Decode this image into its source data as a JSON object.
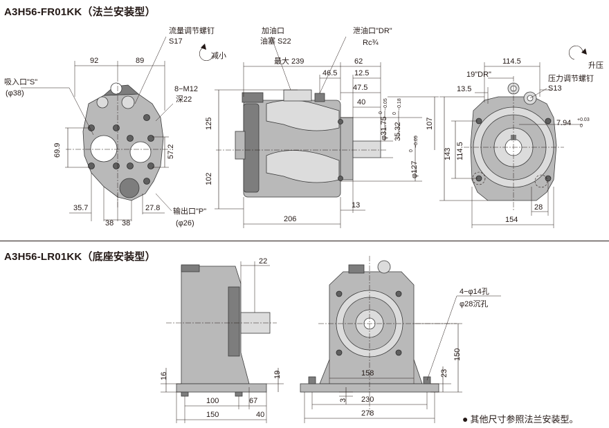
{
  "titles": {
    "flange": "A3H56-FR01KK（法兰安装型）",
    "foot": "A3H56-LR01KK（底座安装型）"
  },
  "labels": {
    "flow_adjust": "流量调节螺钉",
    "flow_adjust_size": "S17",
    "reduce": "减小",
    "oil_inlet": "加油口",
    "oil_plug": "油塞 S22",
    "drain_port": "泄油口\"DR\"",
    "drain_size": "Rc¾",
    "suction_port": "吸入口\"S\"",
    "suction_dia": "(φ38)",
    "thread": "8−M12",
    "thread_depth": "深22",
    "outlet_port": "输出口\"P\"",
    "outlet_dia": "(φ26)",
    "rise": "升压",
    "pressure_adjust": "压力调节螺钉",
    "pressure_adjust_size": "S13",
    "dr19": "19\"DR\"",
    "key": "7.94",
    "key_tol_upper": "+0.03",
    "key_tol_lower": "0",
    "foot_holes": "4−φ14孔",
    "foot_counterbore": "φ28沉孔",
    "footnote": "其他尺寸参照法兰安装型。"
  },
  "dims_top": {
    "d92": "92",
    "d89": "89",
    "d69_9": "69.9",
    "d57_2": "57.2",
    "d35_7": "35.7",
    "d27_8": "27.8",
    "d38a": "38",
    "d38b": "38",
    "max239": "最大 239",
    "d62": "62",
    "d46_5": "46.5",
    "d12_5": "12.5",
    "d47_5": "47.5",
    "d40": "40",
    "d31_75": "φ31.75",
    "tol31_u": "0",
    "tol31_l": "−0.05",
    "d35_32": "35.32",
    "tol35_u": "0",
    "tol35_l": "−0.18",
    "d127": "φ127",
    "tol127_u": "0",
    "tol127_l": "−0.05",
    "d107": "107",
    "d125": "125",
    "d102": "102",
    "d206": "206",
    "d13": "13",
    "d114_5h": "114.5",
    "d13_5": "13.5",
    "d143": "143",
    "d114_5v": "114.5",
    "d28": "28",
    "d154": "154"
  },
  "dims_bottom": {
    "d22": "22",
    "d16": "16",
    "d19": "19",
    "d100": "100",
    "d67": "67",
    "d150a": "150",
    "d40": "40",
    "d158": "158",
    "d3": "3",
    "d230": "230",
    "d278": "278",
    "d23": "23",
    "d150b": "150"
  },
  "colors": {
    "ink": "#231815",
    "body": "#b9b9b9",
    "shadow": "#7d7d7d"
  }
}
